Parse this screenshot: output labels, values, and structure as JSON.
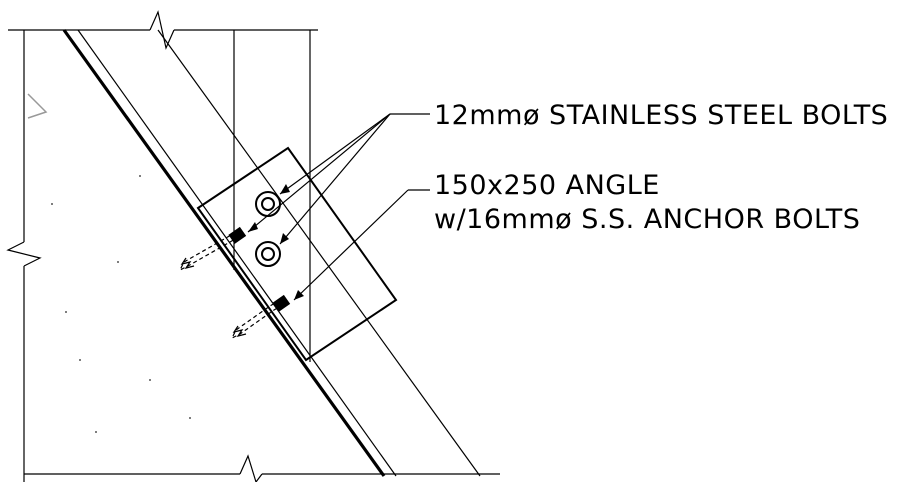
{
  "notes": {
    "bolts_label": "12mmø STAINLESS STEEL BOLTS",
    "angle_label_line1": "150x250 ANGLE",
    "angle_label_line2": "w/16mmø S.S. ANCHOR BOLTS"
  },
  "icons": {
    "bolt": "bolt-icon",
    "anchor_bolt": "anchor-bolt-icon",
    "break_line": "break-line-icon"
  }
}
